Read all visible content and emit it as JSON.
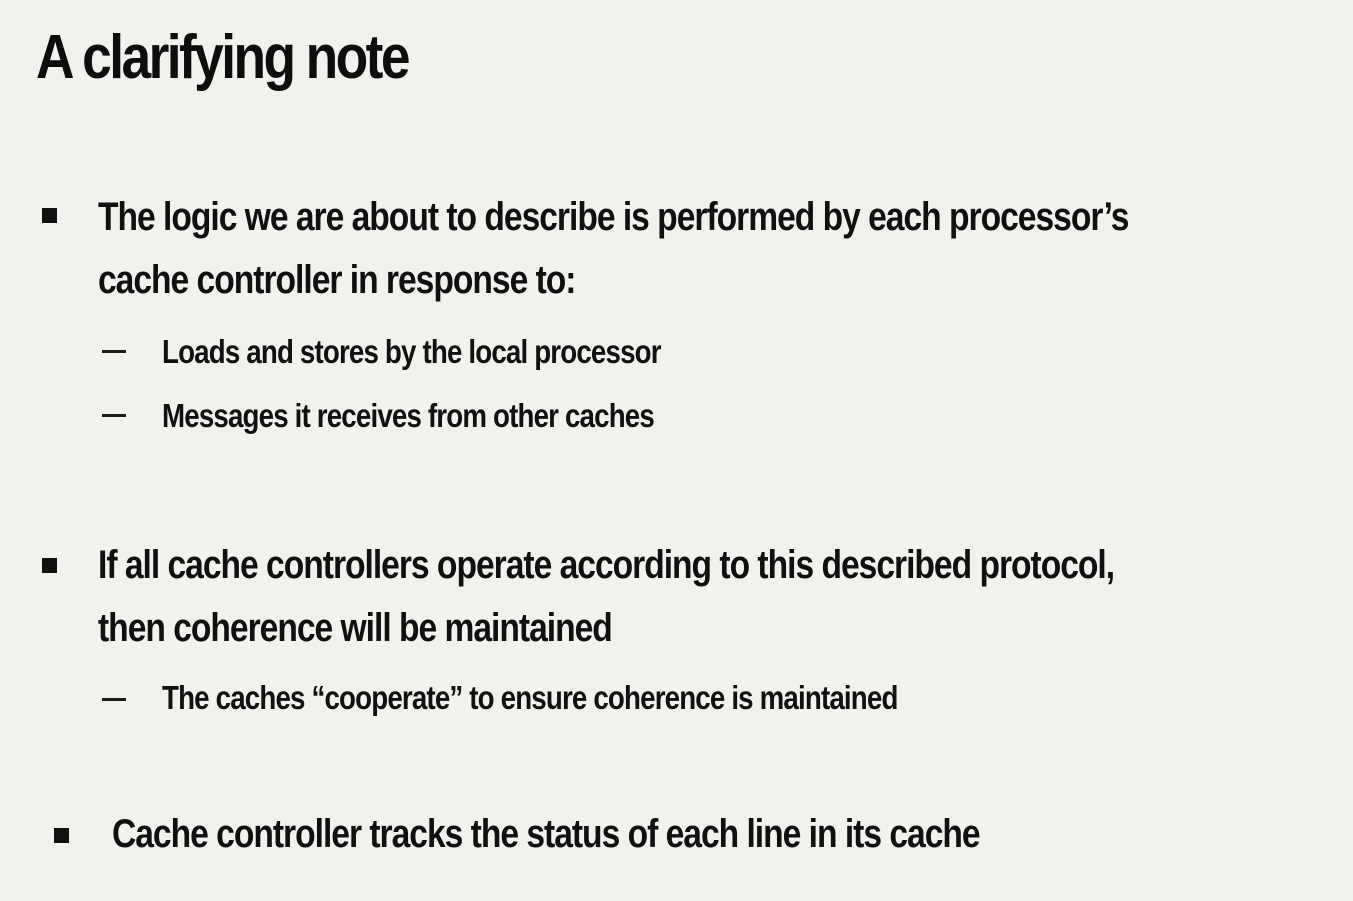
{
  "slide": {
    "title": "A clarifying note",
    "bullets": [
      {
        "lines": [
          "The logic we are about to describe is performed by each processor’s",
          "cache controller in response to:"
        ],
        "sub_items": [
          "Loads and stores by the local processor",
          "Messages it receives from other caches"
        ]
      },
      {
        "lines": [
          "If all cache controllers operate according to this described protocol,",
          "then coherence will be maintained"
        ],
        "sub_items": [
          "The caches “cooperate” to ensure coherence is maintained"
        ]
      },
      {
        "lines": [
          "Cache controller tracks the status of each line in its cache"
        ],
        "sub_items": []
      }
    ]
  }
}
